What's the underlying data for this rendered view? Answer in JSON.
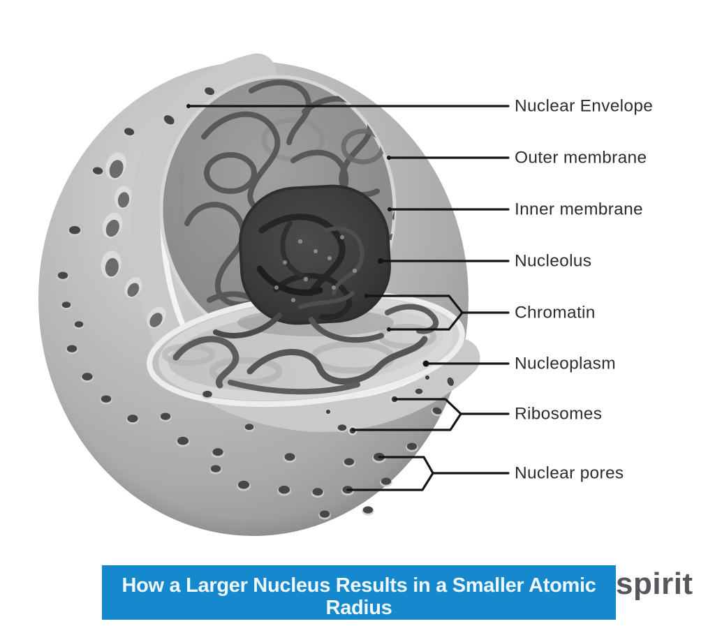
{
  "figure": {
    "type": "cell-nucleus-cutaway-diagram",
    "labels": [
      {
        "id": "nuclear-envelope",
        "text": "Nuclear Envelope"
      },
      {
        "id": "outer-membrane",
        "text": "Outer membrane"
      },
      {
        "id": "inner-membrane",
        "text": "Inner membrane"
      },
      {
        "id": "nucleolus",
        "text": "Nucleolus"
      },
      {
        "id": "chromatin",
        "text": "Chromatin"
      },
      {
        "id": "nucleoplasm",
        "text": "Nucleoplasm"
      },
      {
        "id": "ribosomes",
        "text": "Ribosomes"
      },
      {
        "id": "nuclear-pores",
        "text": "Nuclear pores"
      }
    ],
    "label_color": "#2c2c2c",
    "leader_line_color": "#141414"
  },
  "banner": {
    "title": "How a Larger Nucleus Results in a Smaller Atomic Radius",
    "background_color": "#1688ce",
    "text_color": "#eef8fe"
  },
  "watermark": {
    "text": "spirit",
    "color": "#55575c"
  }
}
